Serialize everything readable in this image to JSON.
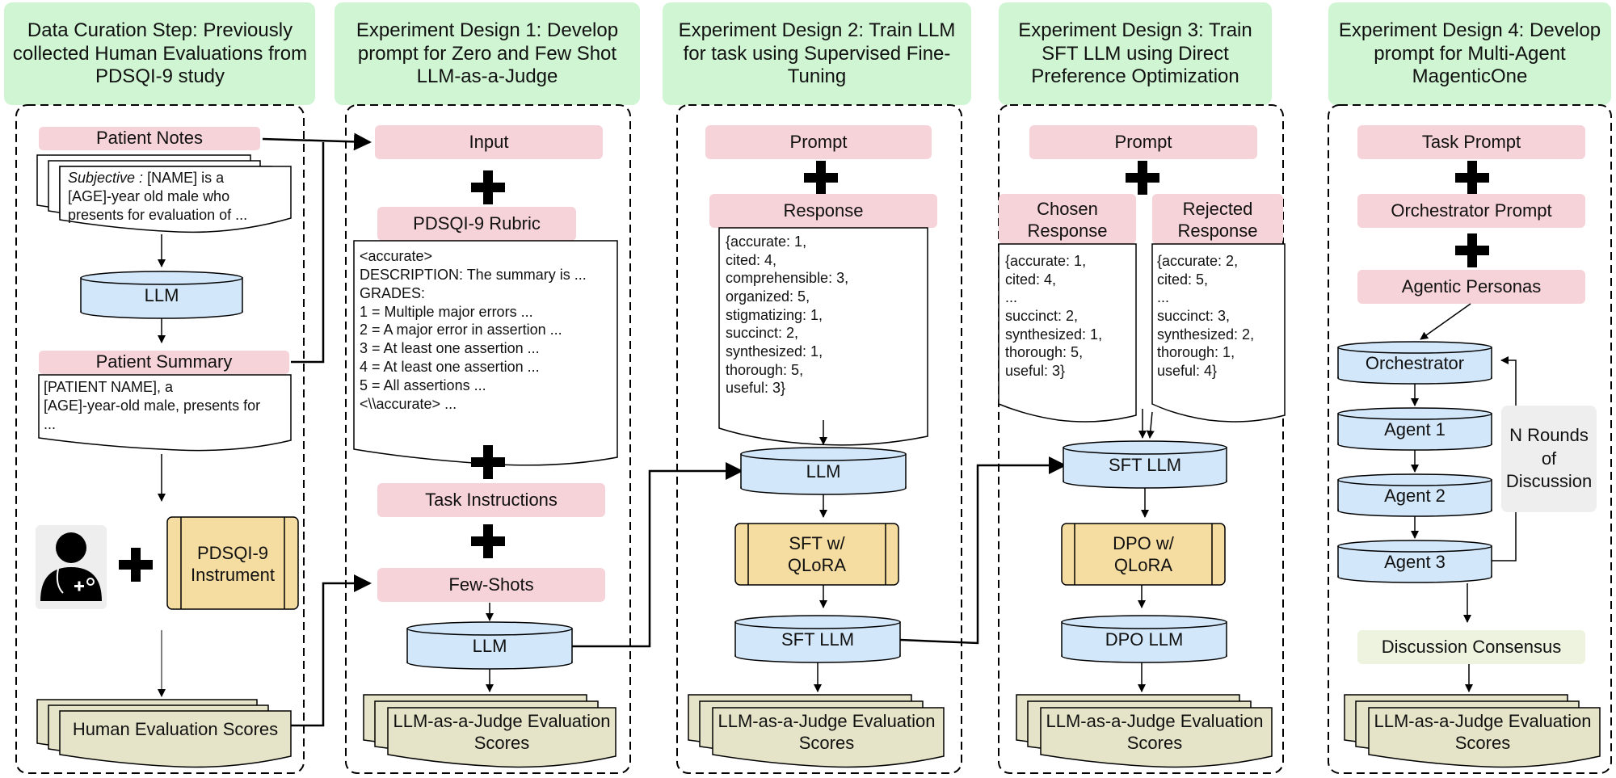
{
  "headers": [
    "Data Curation Step: Previously collected Human Evaluations from PDSQI-9 study",
    "Experiment Design 1: Develop prompt for Zero and Few Shot LLM-as-a-Judge",
    "Experiment Design 2: Train LLM for task using Supervised Fine-Tuning",
    "Experiment Design 3: Train SFT LLM using Direct Preference Optimization",
    "Experiment Design 4: Develop prompt for Multi-Agent MagenticOne"
  ],
  "col1": {
    "patient_notes": "Patient Notes",
    "notes_subjective": "Subjective :",
    "notes_rest": " [NAME] is a",
    "notes_line2": "[AGE]-year old male who",
    "notes_line3": "presents for evaluation of  ...",
    "llm": "LLM",
    "patient_summary": "Patient Summary",
    "summary_lines": [
      "[PATIENT NAME], a",
      "[AGE]-year-old male, presents for",
      "..."
    ],
    "instrument": "PDSQI-9 Instrument",
    "human_scores": "Human Evaluation Scores"
  },
  "col2": {
    "input": "Input",
    "rubric": "PDSQI-9 Rubric",
    "rubric_lines": [
      "<accurate>",
      "DESCRIPTION: The summary is ...",
      "GRADES:",
      "1 = Multiple major errors ...",
      "2 = A major error in assertion ...",
      "3 = At least one assertion ...",
      "4 = At least one assertion ...",
      "5 = All assertions ...",
      "<\\\\accurate> ..."
    ],
    "task_instructions": "Task Instructions",
    "few_shots": "Few-Shots",
    "llm": "LLM",
    "scores": "LLM-as-a-Judge Evaluation Scores"
  },
  "col3": {
    "prompt": "Prompt",
    "response": "Response",
    "response_lines": [
      "{accurate: 1,",
      "cited: 4,",
      "comprehensible: 3,",
      "organized: 5,",
      "stigmatizing: 1,",
      "succinct: 2,",
      "synthesized: 1,",
      "thorough: 5,",
      "useful: 3}"
    ],
    "llm": "LLM",
    "sft": "SFT w/ QLoRA",
    "sft_llm": "SFT LLM",
    "scores": "LLM-as-a-Judge Evaluation Scores"
  },
  "col4": {
    "prompt": "Prompt",
    "chosen": "Chosen Response",
    "rejected": "Rejected Response",
    "chosen_lines": [
      "{accurate: 1,",
      "cited: 4,",
      "...",
      "succinct: 2,",
      "synthesized: 1,",
      "thorough: 5,",
      "useful: 3}"
    ],
    "rejected_lines": [
      "{accurate: 2,",
      "cited: 5,",
      "...",
      "succinct: 3,",
      "synthesized: 2,",
      "thorough: 1,",
      "useful: 4}"
    ],
    "sft_llm": "SFT LLM",
    "dpo": "DPO w/ QLoRA",
    "dpo_llm": "DPO LLM",
    "scores": "LLM-as-a-Judge Evaluation Scores"
  },
  "col5": {
    "task_prompt": "Task Prompt",
    "orchestrator_prompt": "Orchestrator Prompt",
    "personas": "Agentic Personas",
    "orchestrator": "Orchestrator",
    "agents": [
      "Agent 1",
      "Agent 2",
      "Agent 3"
    ],
    "rounds": "N Rounds of Discussion",
    "consensus": "Discussion Consensus",
    "scores": "LLM-as-a-Judge Evaluation Scores"
  },
  "colors": {
    "header": "#cff5d2",
    "pink": "#f6d3d8",
    "blue": "#d2e7fa",
    "yellow": "#f5dca0",
    "olive": "#e6e4c8",
    "grey": "#eeeeee",
    "consensus": "#eef3df"
  },
  "icons": [
    "plus-icon",
    "doctor-icon",
    "database-icon",
    "document-icon"
  ]
}
